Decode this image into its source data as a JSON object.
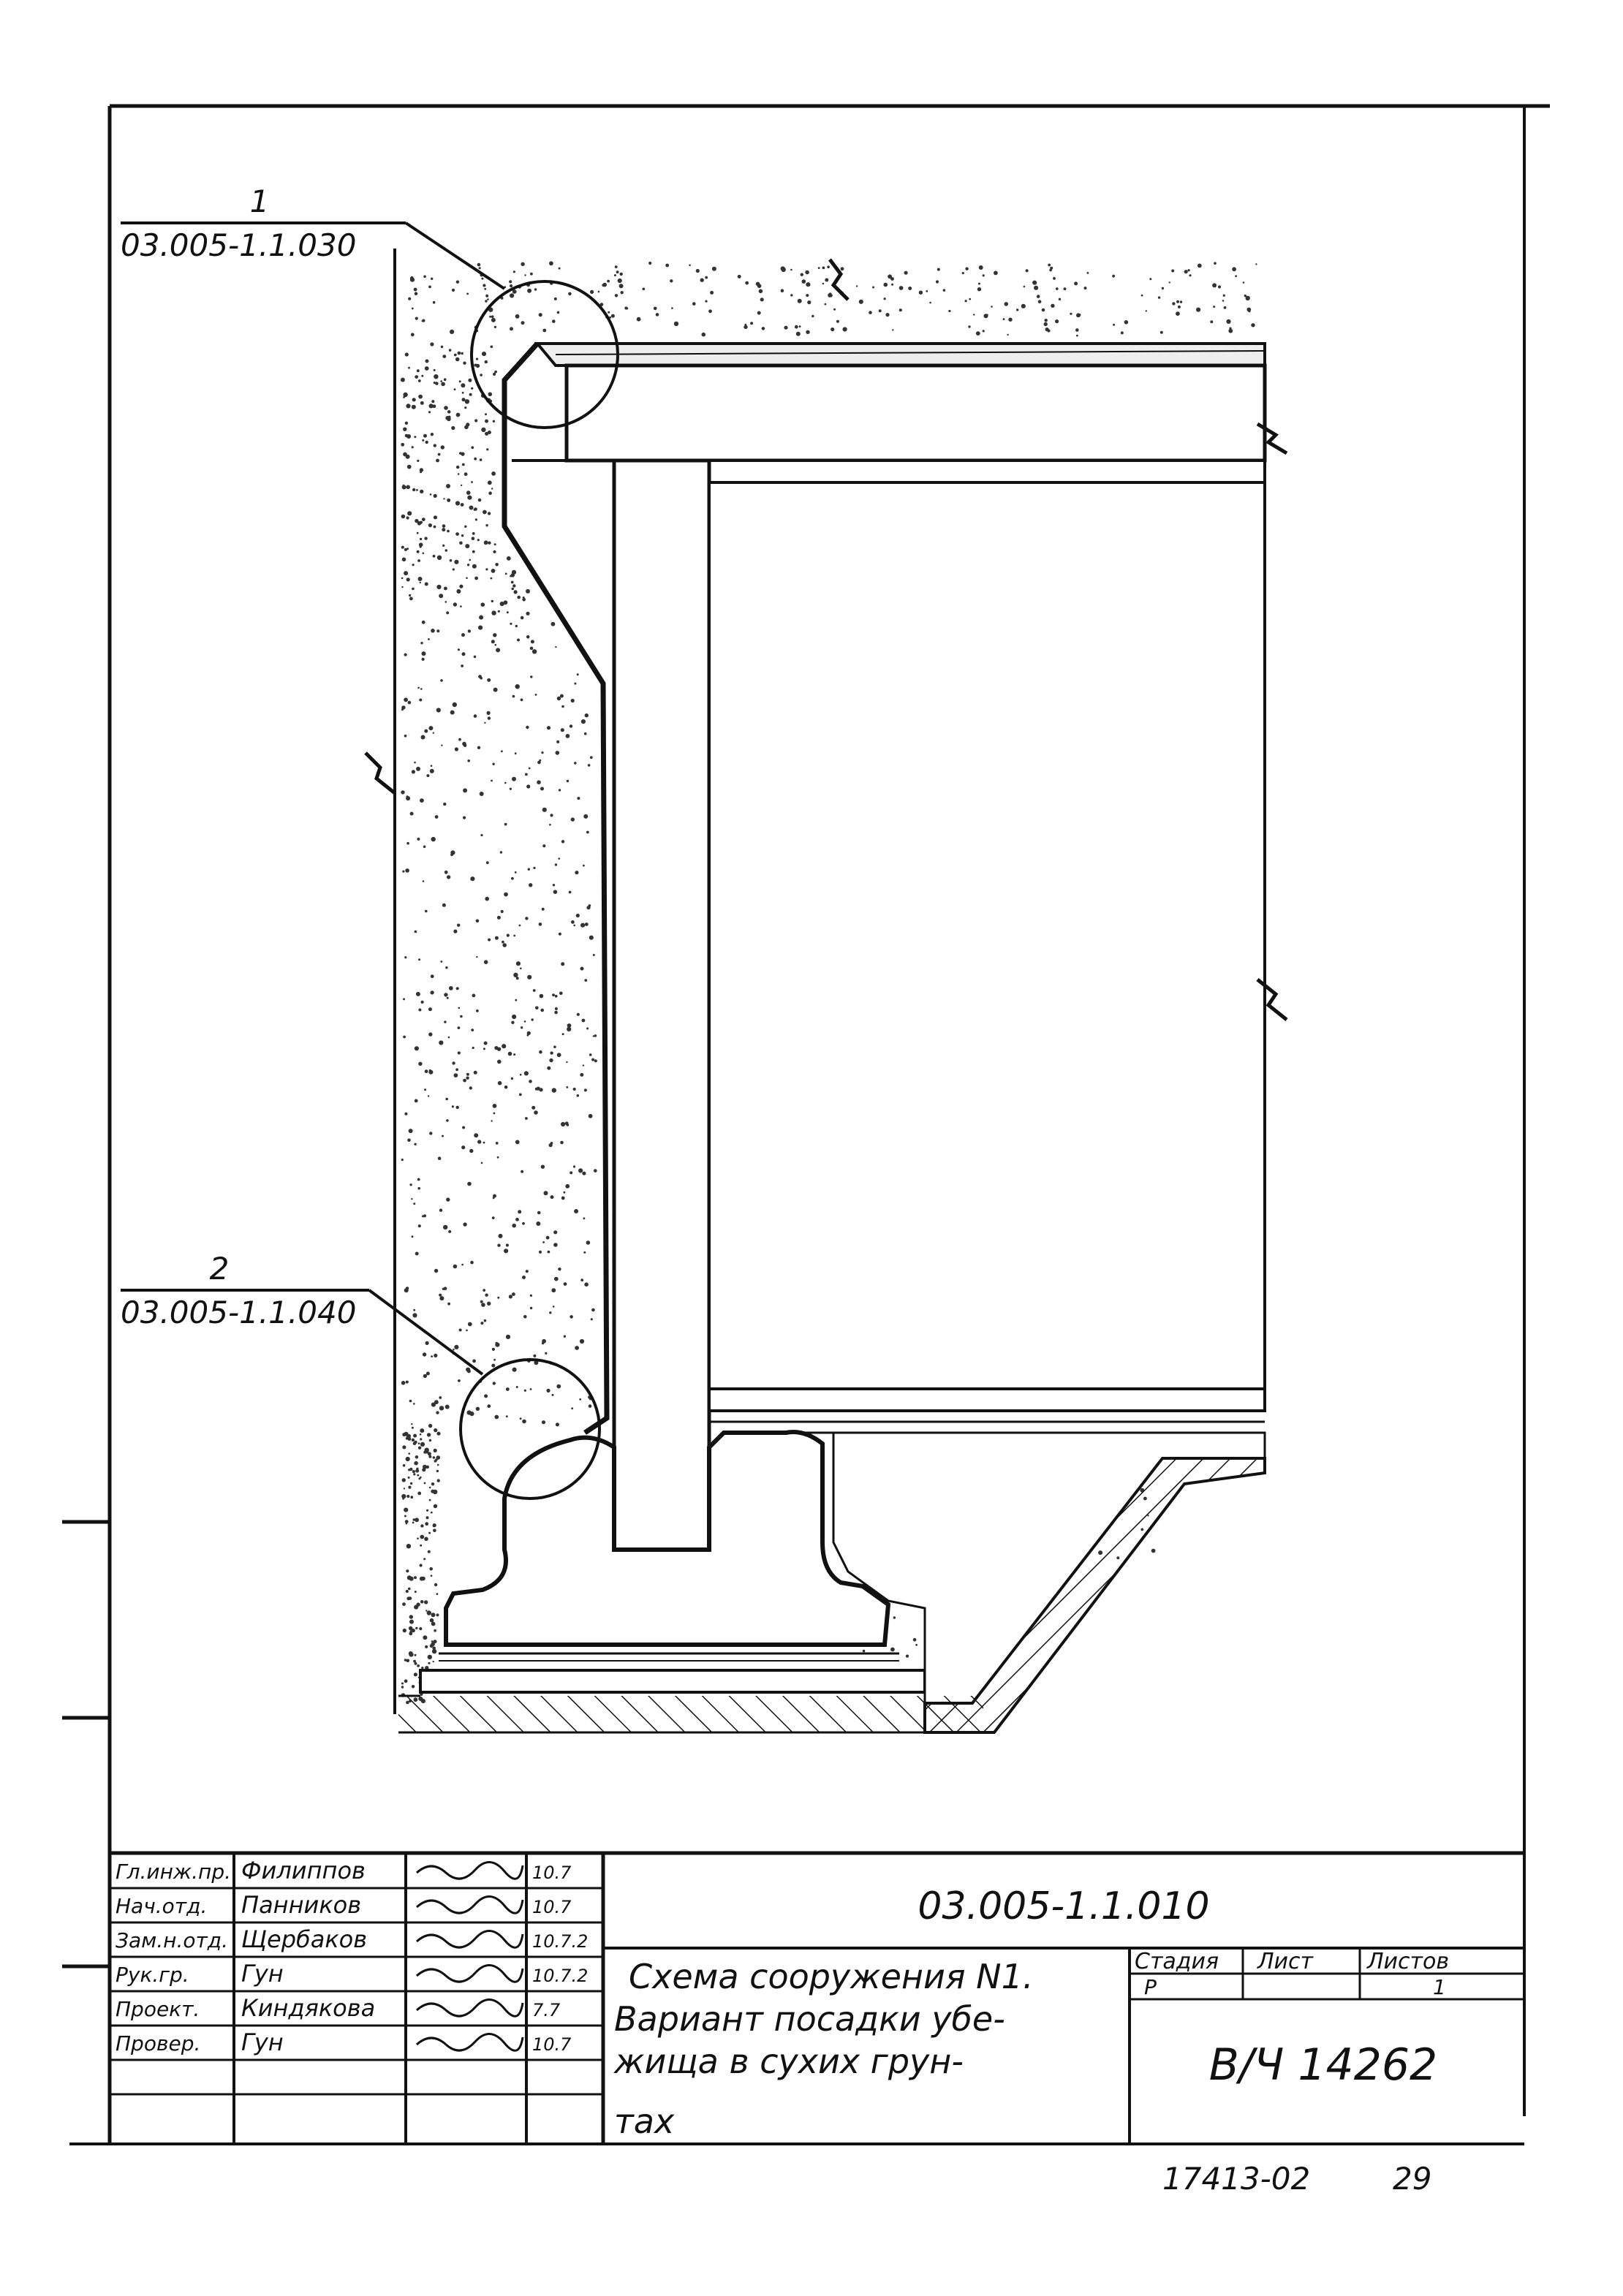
{
  "callouts": [
    {
      "number": "1",
      "reference": "03.005-1.1.030"
    },
    {
      "number": "2",
      "reference": "03.005-1.1.040"
    }
  ],
  "title_block": {
    "document_code": "03.005-1.1.010",
    "title_lines": [
      "Схема сооружения N1.",
      "Вариант посадки убе-",
      "жища в сухих грун-",
      "тах"
    ],
    "stage_header": "Стадия",
    "sheet_header": "Лист",
    "sheets_header": "Листов",
    "stage_value": "Р",
    "sheet_value": "",
    "sheets_value": "1",
    "organization": "В/Ч 14262",
    "signatures": [
      {
        "role": "Гл.инж.пр.",
        "name": "Филиппов",
        "date": "10.7"
      },
      {
        "role": "Нач.отд.",
        "name": "Панников",
        "date": "10.7"
      },
      {
        "role": "Зам.н.отд.",
        "name": "Щербаков",
        "date": "10.7.2"
      },
      {
        "role": "Рук.гр.",
        "name": "Гун",
        "date": "10.7.2"
      },
      {
        "role": "Проект.",
        "name": "Киндякова",
        "date": "7.7"
      },
      {
        "role": "Провер.",
        "name": "Гун",
        "date": "10.7"
      }
    ]
  },
  "footer": {
    "inventory": "17413-02",
    "page": "29"
  },
  "colors": {
    "ink": "#111111",
    "paper": "#ffffff",
    "speckle": "#333333"
  }
}
